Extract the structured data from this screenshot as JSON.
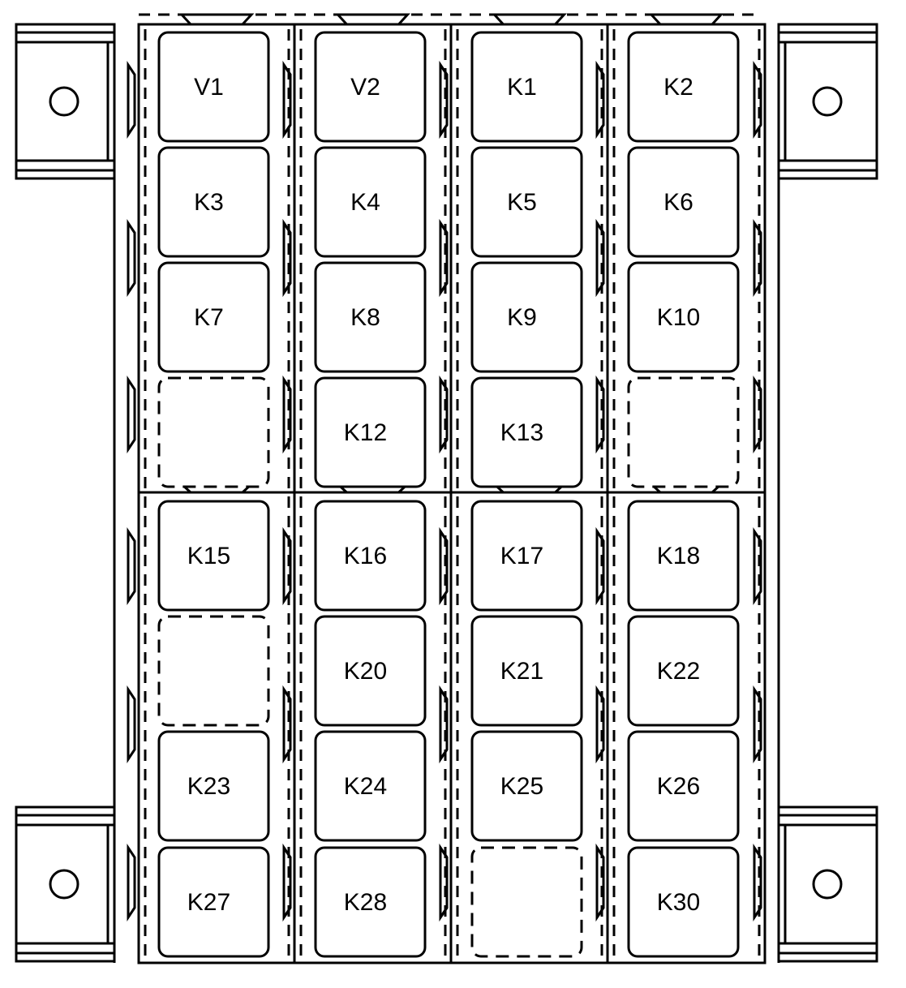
{
  "diagram": {
    "line_color": "#000000",
    "background": "#ffffff",
    "upper_block": {
      "columns": [
        {
          "slots": [
            {
              "label": "V1",
              "empty": false
            },
            {
              "label": "K3",
              "empty": false
            },
            {
              "label": "K7",
              "empty": false
            },
            {
              "label": "",
              "empty": true
            }
          ]
        },
        {
          "slots": [
            {
              "label": "V2",
              "empty": false
            },
            {
              "label": "K4",
              "empty": false
            },
            {
              "label": "K8",
              "empty": false
            },
            {
              "label": "K12",
              "empty": false
            }
          ]
        },
        {
          "slots": [
            {
              "label": "K1",
              "empty": false
            },
            {
              "label": "K5",
              "empty": false
            },
            {
              "label": "K9",
              "empty": false
            },
            {
              "label": "K13",
              "empty": false
            }
          ]
        },
        {
          "slots": [
            {
              "label": "K2",
              "empty": false
            },
            {
              "label": "K6",
              "empty": false
            },
            {
              "label": "K10",
              "empty": false
            },
            {
              "label": "",
              "empty": true
            }
          ]
        }
      ]
    },
    "lower_block": {
      "columns": [
        {
          "slots": [
            {
              "label": "K15",
              "empty": false
            },
            {
              "label": "",
              "empty": true
            },
            {
              "label": "K23",
              "empty": false
            },
            {
              "label": "K27",
              "empty": false
            }
          ]
        },
        {
          "slots": [
            {
              "label": "K16",
              "empty": false
            },
            {
              "label": "K20",
              "empty": false
            },
            {
              "label": "K24",
              "empty": false
            },
            {
              "label": "K28",
              "empty": false
            }
          ]
        },
        {
          "slots": [
            {
              "label": "K17",
              "empty": false
            },
            {
              "label": "K21",
              "empty": false
            },
            {
              "label": "K25",
              "empty": false
            },
            {
              "label": "",
              "empty": true
            }
          ]
        },
        {
          "slots": [
            {
              "label": "K18",
              "empty": false
            },
            {
              "label": "K22",
              "empty": false
            },
            {
              "label": "K26",
              "empty": false
            },
            {
              "label": "K30",
              "empty": false
            }
          ]
        }
      ]
    },
    "mounting_brackets": [
      {
        "position": "top-left",
        "icon": "mounting-hole-icon"
      },
      {
        "position": "top-right",
        "icon": "mounting-hole-icon"
      },
      {
        "position": "bottom-left",
        "icon": "mounting-hole-icon"
      },
      {
        "position": "bottom-right",
        "icon": "mounting-hole-icon"
      }
    ]
  }
}
